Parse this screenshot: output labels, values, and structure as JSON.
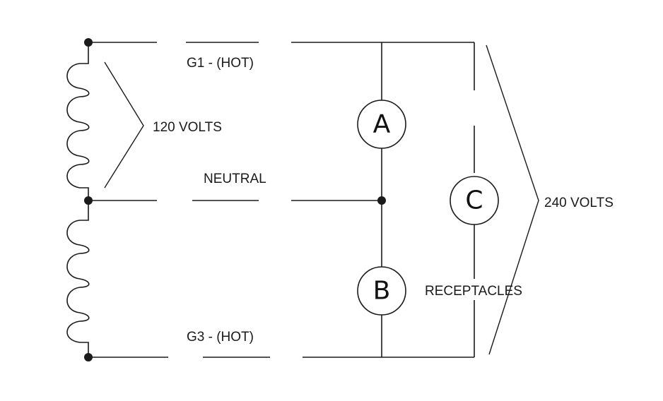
{
  "labels": {
    "g1": "G1 - (HOT)",
    "neutral": "NEUTRAL",
    "g3": "G3 - (HOT)",
    "v120": "120 VOLTS",
    "v240": "240 VOLTS",
    "receptacles": "RECEPTACLES"
  },
  "meters": {
    "a": "A",
    "b": "B",
    "c": "C"
  }
}
